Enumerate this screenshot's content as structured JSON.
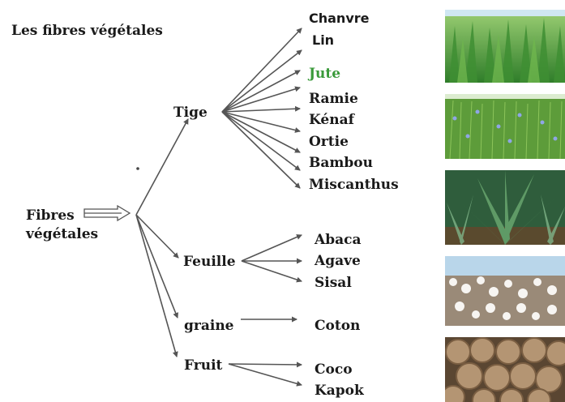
{
  "title": "Les fibres végétales",
  "root": {
    "line1": "Fibres",
    "line2": "végétales"
  },
  "colors": {
    "highlight": "#3a9a3a",
    "text": "#1a1a1a",
    "line": "#555555"
  },
  "categories": [
    {
      "label": "Tige",
      "items": [
        "Chanvre",
        "Lin",
        "Jute",
        "Ramie",
        "Kénaf",
        "Ortie",
        "Bambou",
        "Miscanthus"
      ],
      "highlighted": [
        "Jute"
      ]
    },
    {
      "label": "Feuille",
      "items": [
        "Abaca",
        "Agave",
        "Sisal"
      ],
      "highlighted": []
    },
    {
      "label": "graine",
      "items": [
        "Coton"
      ],
      "highlighted": []
    },
    {
      "label": "Fruit",
      "items": [
        "Coco",
        "Kapok"
      ],
      "highlighted": []
    }
  ],
  "photos": [
    {
      "name": "hemp-field-photo"
    },
    {
      "name": "flax-field-photo"
    },
    {
      "name": "agave-plantation-photo"
    },
    {
      "name": "cotton-field-photo"
    },
    {
      "name": "coconut-pile-photo"
    }
  ]
}
